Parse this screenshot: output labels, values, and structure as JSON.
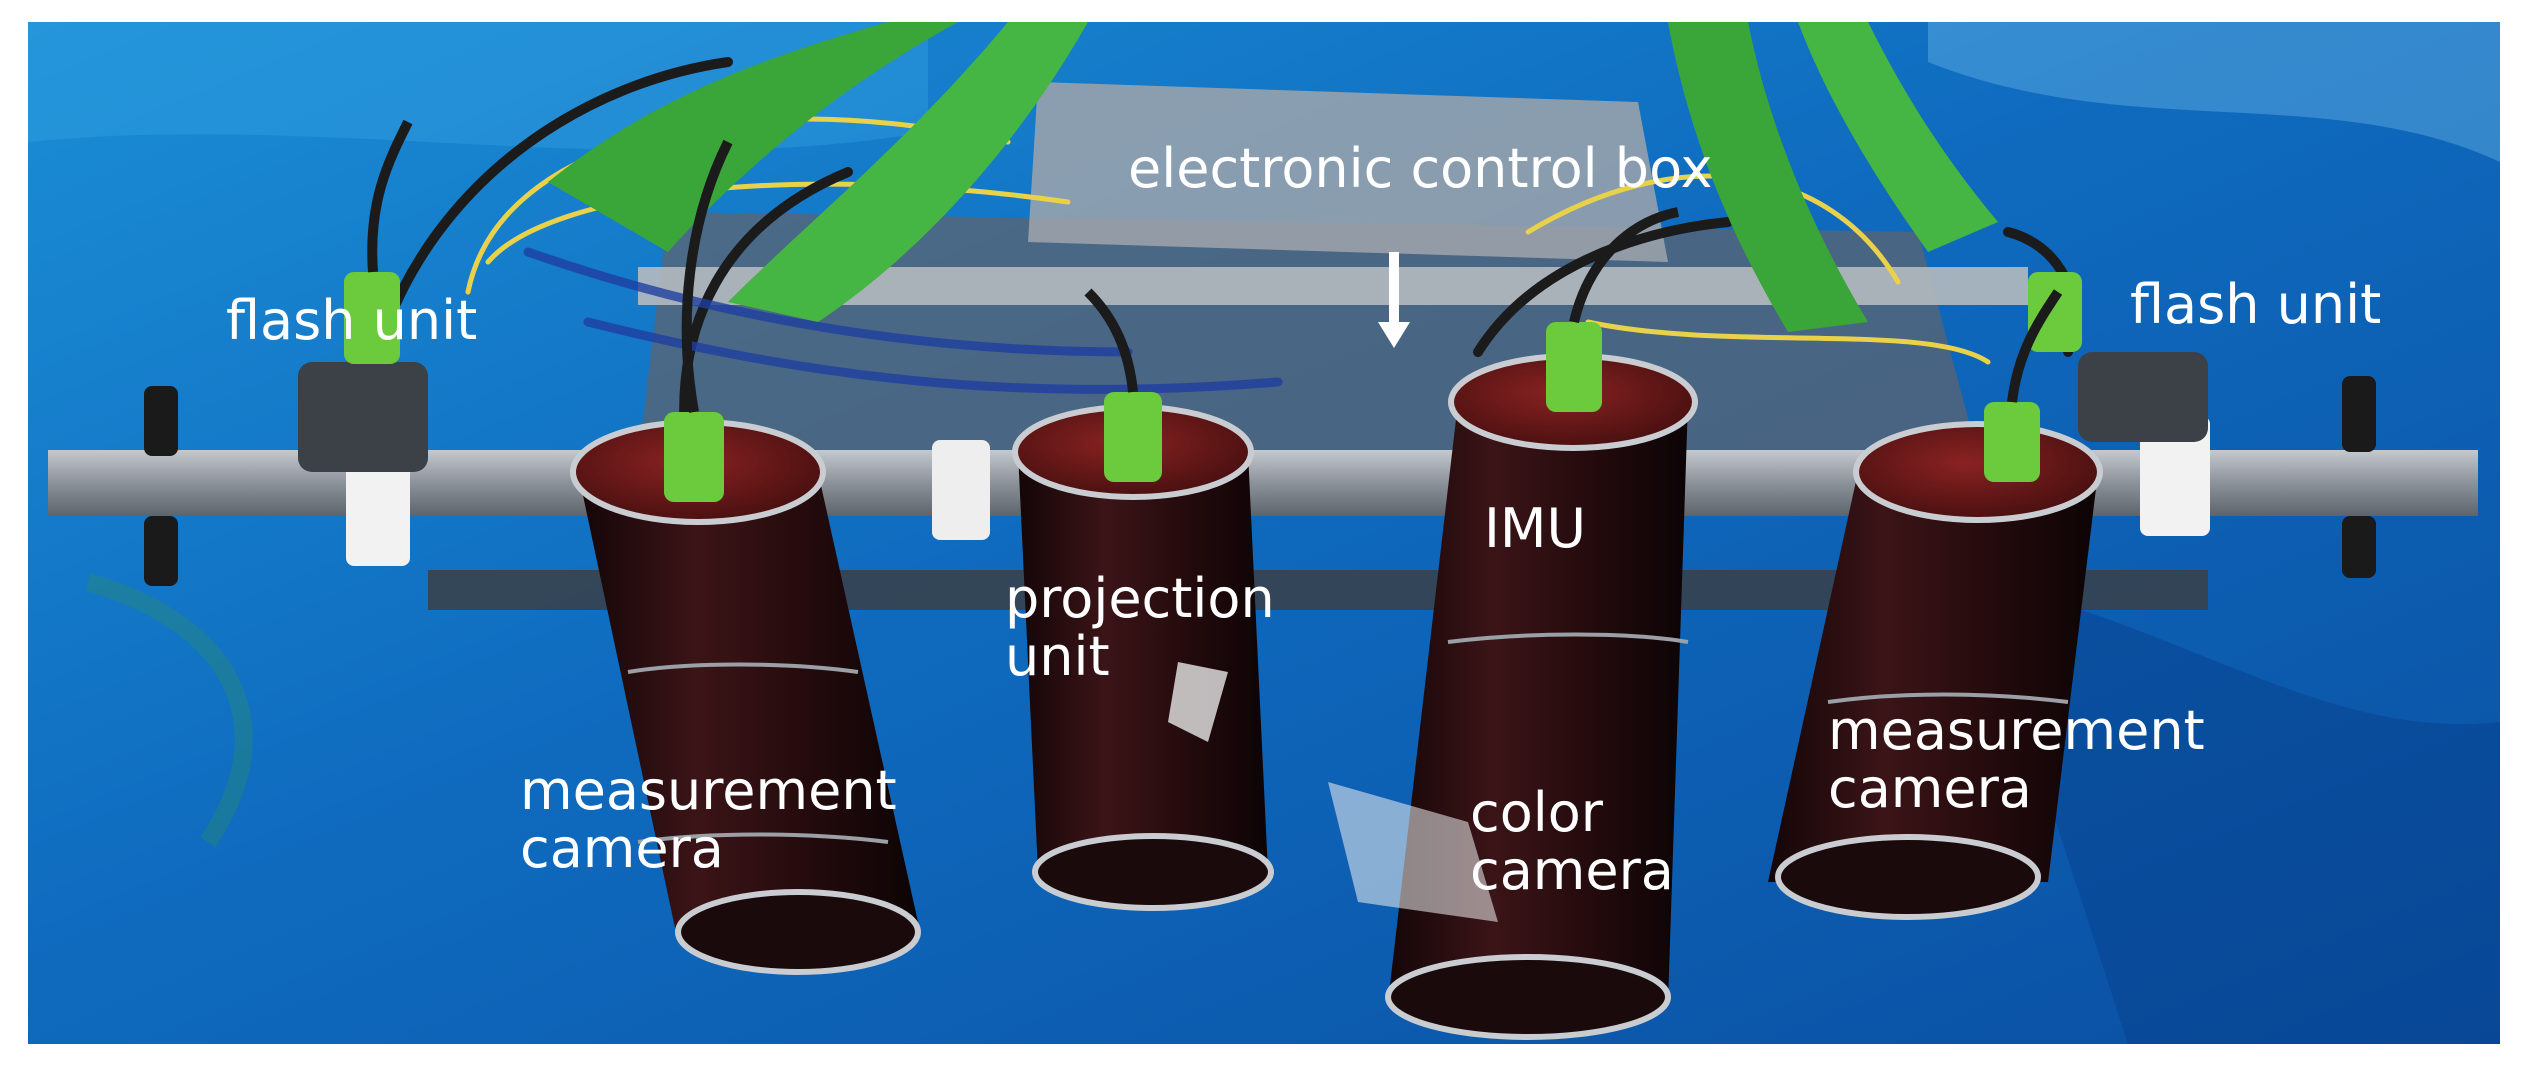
{
  "labels": {
    "electronic_control_box": "electronic control box",
    "flash_unit_left": "flash unit",
    "flash_unit_right": "flash unit",
    "imu": "IMU",
    "projection_unit": [
      "projection",
      "unit"
    ],
    "measurement_camera_left": [
      "measurement",
      "camera"
    ],
    "measurement_camera_right": [
      "measurement",
      "camera"
    ],
    "color_camera": [
      "color",
      "camera"
    ]
  },
  "colors": {
    "water_deep": "#0d4f9e",
    "water_light": "#1f8fd4",
    "camera_housing": "#2a0f12",
    "lid_red": "#6b1a1a",
    "connector_green": "#6ccb3c",
    "strap_green": "#3aa63a",
    "rail_grey": "#9aa0a6",
    "label_text": "#ffffff"
  },
  "annotation_arrow": "down-arrow"
}
